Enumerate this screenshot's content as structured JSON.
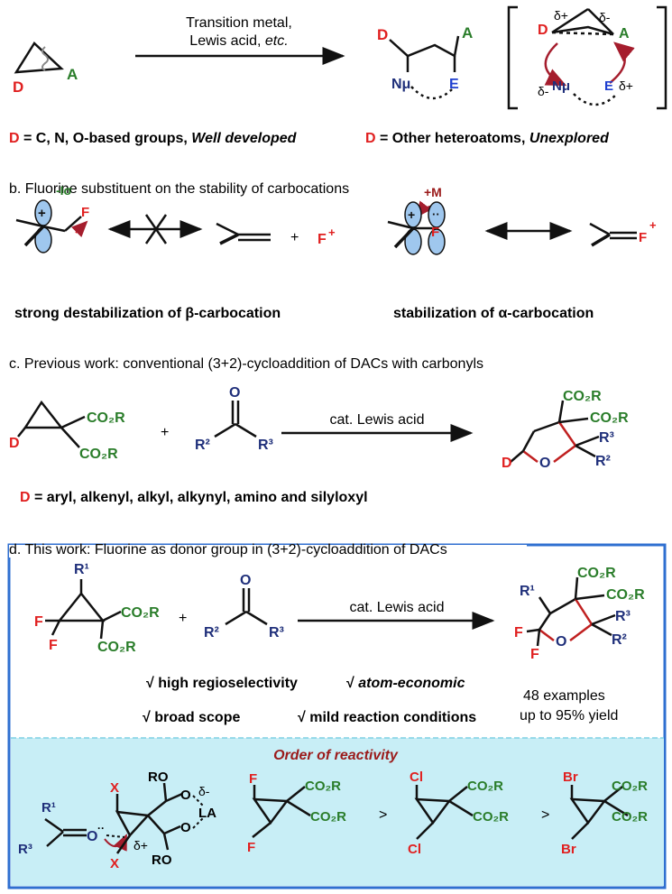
{
  "colors": {
    "red": "#e02020",
    "green": "#2a7d2a",
    "navy": "#1f2f7a",
    "box_blue": "#2f6fd0",
    "panel_cyan": "#c8eef6",
    "dark_red": "#9b1b1b",
    "orbital_blue": "#9fc7ee"
  },
  "a": {
    "D": "D",
    "A": "A",
    "arrow_line1": "Transition metal,",
    "arrow_line2": "Lewis acid, ",
    "arrow_line2_italic": "etc.",
    "Nu": "Nμ",
    "E": "E",
    "delta_plus": "δ+",
    "delta_minus": "δ-",
    "left_caption_D": "D",
    "left_caption_rest": " = C, N, O-based groups, ",
    "left_caption_italic": "Well developed",
    "right_caption_D": "D",
    "right_caption_rest": " = Other heteroatoms, ",
    "right_caption_italic": "Unexplored"
  },
  "b": {
    "title": "b. Fluorine substituent on the stability of carbocations",
    "minus_I_sigma": "-Iσ",
    "F": "F",
    "plus_M": "+M",
    "plus": "+",
    "caption_left": "strong destabilization of β-carbocation",
    "caption_right": "stabilization of α-carbocation"
  },
  "c": {
    "title": "c. Previous work: conventional (3+2)-cycloaddition of DACs with carbonyls",
    "CO2R": "CO₂R",
    "D": "D",
    "O": "O",
    "R2": "R²",
    "R3": "R³",
    "plus": "+",
    "arrow_label": "cat. Lewis acid",
    "caption_D": "D",
    "caption_rest": " = aryl, alkenyl, alkyl, alkynyl, amino and silyloxyl"
  },
  "d": {
    "title": "d. This work: Fluorine as donor group in (3+2)-cycloaddition of DACs",
    "R1": "R¹",
    "F": "F",
    "CO2R": "CO₂R",
    "O": "O",
    "R2": "R²",
    "R3": "R³",
    "plus": "+",
    "arrow_label": "cat. Lewis acid",
    "feat1": "√ high regioselectivity",
    "feat2_check": "√ ",
    "feat2": "atom-economic",
    "feat3": "√ broad scope",
    "feat4": "√ mild reaction conditions",
    "examples": "48 examples",
    "yield": "up to 95% yield",
    "order_title": "Order of reactivity",
    "X": "X",
    "LA": "LA",
    "RO": "RO",
    "delta_minus": "δ-",
    "delta_plus": "δ+",
    "gt": ">",
    "Cl": "Cl",
    "Br": "Br"
  }
}
